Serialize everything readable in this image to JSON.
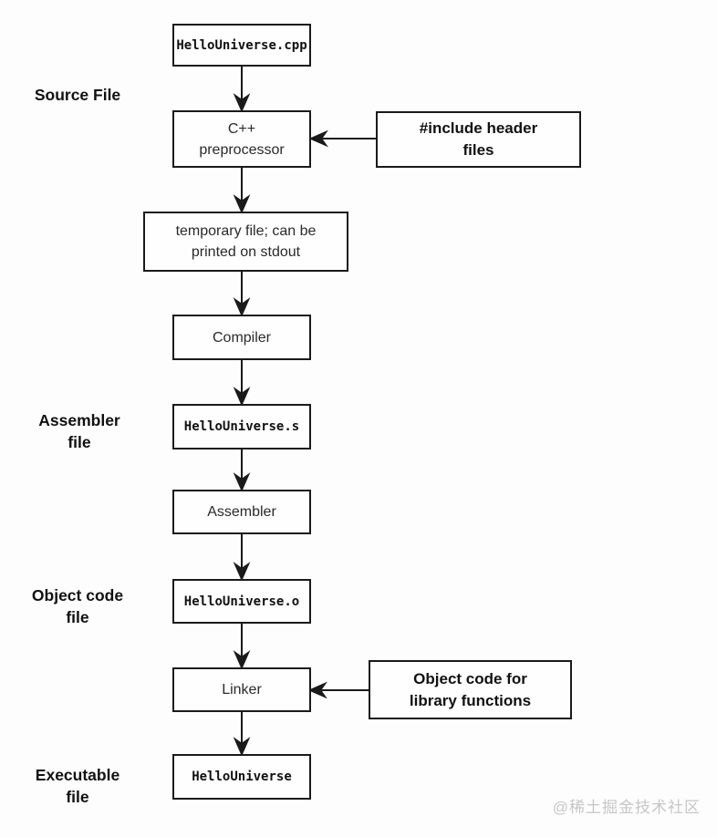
{
  "flowchart": {
    "nodes": [
      {
        "id": "source-file",
        "text": "HelloUniverse.cpp"
      },
      {
        "id": "preprocessor",
        "text": "C++\npreprocessor"
      },
      {
        "id": "include-headers",
        "text": "#include header\nfiles"
      },
      {
        "id": "temp-file",
        "text": "temporary file; can be\nprinted on stdout"
      },
      {
        "id": "compiler",
        "text": "Compiler"
      },
      {
        "id": "assembler-file",
        "text": "HelloUniverse.s"
      },
      {
        "id": "assembler",
        "text": "Assembler"
      },
      {
        "id": "object-file",
        "text": "HelloUniverse.o"
      },
      {
        "id": "linker",
        "text": "Linker"
      },
      {
        "id": "library-objects",
        "text": "Object code for\nlibrary functions"
      },
      {
        "id": "executable",
        "text": "HelloUniverse"
      }
    ],
    "side_labels": [
      {
        "text": "Source File"
      },
      {
        "text": "Assembler\nfile"
      },
      {
        "text": "Object code\nfile"
      },
      {
        "text": "Executable\nfile"
      }
    ],
    "watermark": "@稀土掘金技术社区",
    "colors": {
      "line": "#1a1a1a",
      "background": "#fdfdfd",
      "box_fill": "#fefefe",
      "watermark": "#c6c6c6"
    }
  }
}
